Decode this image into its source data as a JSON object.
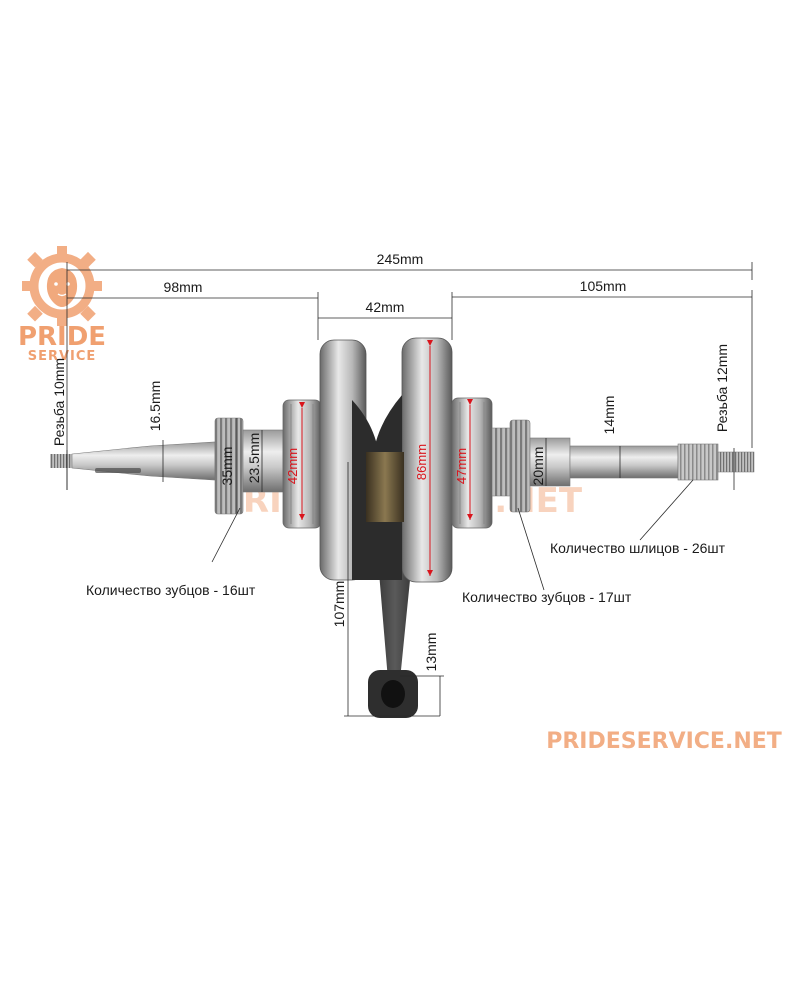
{
  "brand": {
    "logo_line1": "PRIDE",
    "logo_line2": "SERVICE",
    "watermark_center": "PRIDESERVICE.NET",
    "watermark_bottom": "PRIDESERVICE.NET",
    "accent_color": "#f0a070"
  },
  "dimensions": {
    "total_length": "245mm",
    "left_length": "98mm",
    "middle_width": "42mm",
    "right_length": "105mm",
    "left_thread": "Резьба 10mm",
    "right_thread": "Резьба 12mm",
    "left_taper_dia": "16.5mm",
    "left_gear_dia": "35mm",
    "left_journal_dia": "23.5mm",
    "left_bearing_dia": "42mm",
    "flywheel_dia": "86mm",
    "right_bearing_dia": "47mm",
    "right_journal_dia": "20mm",
    "right_shaft_dia": "14mm",
    "rod_length": "107mm",
    "rod_end_height": "13mm"
  },
  "notes": {
    "left_gear_teeth": "Количество зубцов - 16шт",
    "right_gear_teeth": "Количество зубцов - 17шт",
    "splines": "Количество шлицов - 26шт"
  },
  "colors": {
    "steel_light": "#d4d4d4",
    "steel_dark": "#5a5a5a",
    "dimension_line": "#2a2a2a",
    "dimension_red": "#d9141c"
  }
}
